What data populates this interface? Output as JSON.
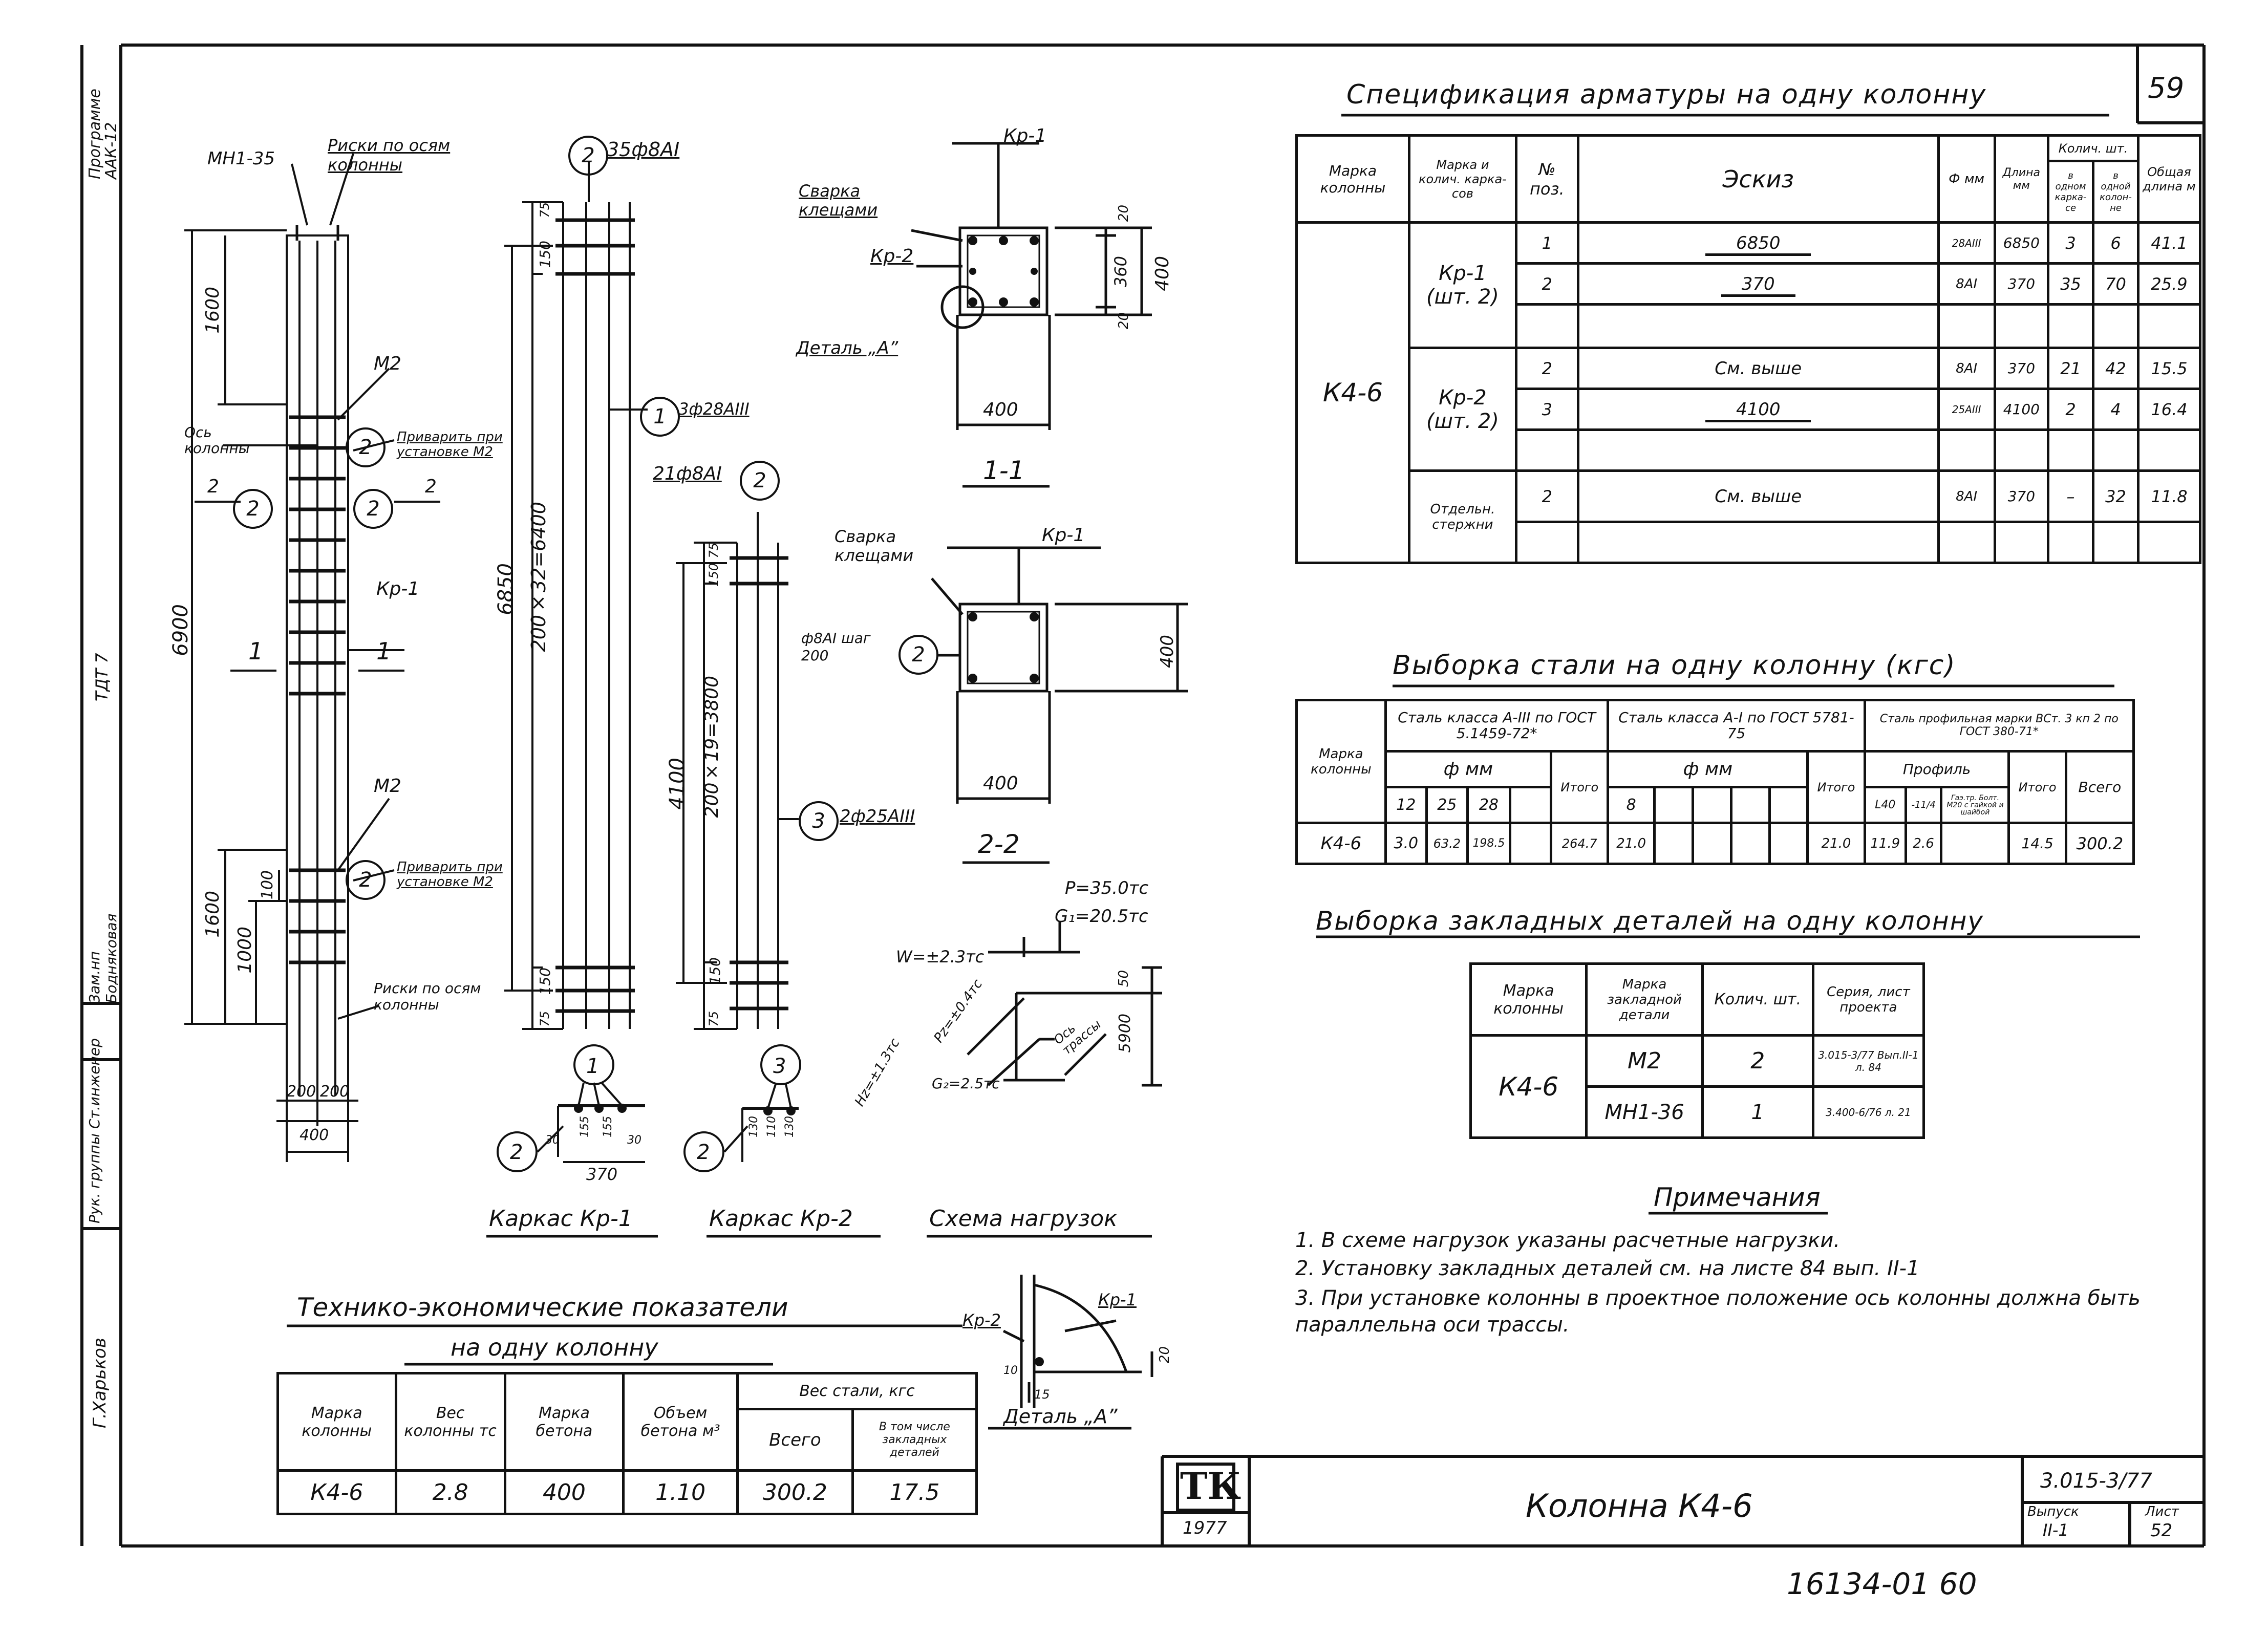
{
  "sheet": {
    "page_no": "59",
    "bottom_code": "16134-01 60",
    "stamp_logo": "ТК",
    "stamp_year": "1977",
    "title": "Колонна К4-6",
    "series": "3.015-3/77",
    "issue_label": "Выпуск",
    "issue": "II-1",
    "sheet_label": "Лист",
    "sheet_no": "52"
  },
  "left_margin": {
    "m1": "Программе",
    "m2": "ААК-12",
    "m3": "ТДТ 7",
    "m4": "Рук. группы Ст.инженер",
    "m5": "Зам.нп Бодняковая",
    "m6": "Г.Харьков"
  },
  "drawing": {
    "top_labels": {
      "mn": "МН1-35",
      "risks_top": "Риски по осям колонны",
      "m2_a": "М2",
      "axis": "Ось колонны",
      "weld_a": "Приварить при установке М2",
      "kr1": "Кр-1",
      "m2_b": "М2",
      "weld_b": "Приварить при установке М2",
      "risks_bottom": "Риски по осям колонны"
    },
    "dims_main": {
      "d6900": "6900",
      "d1600a": "1600",
      "d1600b": "1600",
      "d1000": "1000",
      "d100": "100",
      "d200a": "200",
      "d200b": "200",
      "d400": "400"
    },
    "section_marks": {
      "s1a": "1",
      "s1b": "1",
      "s2a": "2",
      "s2b": "2",
      "c2a": "2",
      "c2b": "2"
    },
    "cage1": {
      "bubble_top": "2",
      "label_top": "35ф8АI",
      "bubble_mid": "1",
      "label_mid": "3ф28АIII",
      "d6850": "6850",
      "d6400": "200×32=6400",
      "d75a": "75",
      "d150a": "150",
      "d150b": "150",
      "d75b": "75",
      "title": "Каркас Кр-1"
    },
    "cage2": {
      "label_top": "21ф8АI",
      "bubble_top": "2",
      "d3800": "200×19=3800",
      "d4100": "4100",
      "d75a": "75",
      "d150a": "150",
      "d150b": "150",
      "d75b": "75",
      "bubble_bottom": "3",
      "label_bottom": "2ф25АIII",
      "title": "Каркас Кр-2"
    },
    "sec11": {
      "weld": "Сварка клещами",
      "kr1": "Кр-1",
      "kr2": "Кр-2",
      "detail": "Деталь „А”",
      "d20a": "20",
      "d360": "360",
      "d20b": "20",
      "d400v": "400",
      "d400h": "400",
      "title": "1-1"
    },
    "sec22": {
      "weld": "Сварка клещами",
      "kr1": "Кр-1",
      "rebar": "ф8АI шаг 200",
      "bubble": "2",
      "d400v": "400",
      "d400h": "400",
      "title": "2-2"
    },
    "cage_sections": {
      "b1": "1",
      "b2a": "2",
      "d30a": "30",
      "d155a": "155",
      "d155b": "155",
      "d30b": "30",
      "d370": "370",
      "b3": "3",
      "b2b": "2",
      "d130": "130",
      "d110": "110",
      "d130b": "130"
    },
    "loads": {
      "P": "P=35.0тс",
      "G1": "G₁=20.5тс",
      "W": "W=±2.3тс",
      "Pz": "Pz=±0.4тс",
      "Hz": "Hz=±1.3тс",
      "G2": "G₂=2.5тс",
      "axis": "Ось трассы",
      "d50": "50",
      "d5900": "5900",
      "title": "Схема нагрузок"
    },
    "detailA": {
      "kr2": "Кр-2",
      "kr1": "Кр-1",
      "d10": "10",
      "d15": "15",
      "d20": "20",
      "title": "Деталь „А”"
    }
  },
  "spec": {
    "title": "Спецификация арматуры на одну колонну",
    "headers": {
      "mark": "Марка колонны",
      "cage": "Марка и колич. карка-сов",
      "pos": "№ поз.",
      "sketch": "Эскиз",
      "dia": "Ф мм",
      "len": "Длина мм",
      "qty": "Колич. шт.",
      "qty_one": "в одном карка-се",
      "qty_col": "в одной колон-не",
      "total": "Общая длина м"
    },
    "col_mark": "К4-6",
    "groups": [
      {
        "name": "Кр-1 (шт. 2)"
      },
      {
        "name": "Кр-2 (шт. 2)"
      },
      {
        "name": "Отдельн. стержни"
      }
    ],
    "rows": [
      {
        "pos": "1",
        "sketch": "6850",
        "dia": "28АIII",
        "len": "6850",
        "q1": "3",
        "q2": "6",
        "total": "41.1"
      },
      {
        "pos": "2",
        "sketch": "370",
        "dia": "8АI",
        "len": "370",
        "q1": "35",
        "q2": "70",
        "total": "25.9"
      },
      {
        "pos": "2",
        "sketch": "См. выше",
        "dia": "8АI",
        "len": "370",
        "q1": "21",
        "q2": "42",
        "total": "15.5"
      },
      {
        "pos": "3",
        "sketch": "4100",
        "dia": "25АIII",
        "len": "4100",
        "q1": "2",
        "q2": "4",
        "total": "16.4"
      },
      {
        "pos": "2",
        "sketch": "См. выше",
        "dia": "8АI",
        "len": "370",
        "q1": "–",
        "q2": "32",
        "total": "11.8"
      }
    ]
  },
  "steel": {
    "title": "Выборка стали на одну колонну (кгс)",
    "h_mark": "Марка колонны",
    "h_a3": "Сталь класса А-III по ГОСТ 5.1459-72*",
    "h_a1": "Сталь класса А-I по ГОСТ 5781-75",
    "h_prof": "Сталь профильная марки ВСт. 3 кп 2 по ГОСТ 380-71*",
    "h_fmm": "ф мм",
    "h_fmm2": "ф мм",
    "h_profile": "Профиль",
    "h_12": "12",
    "h_25": "25",
    "h_28": "28",
    "h_itogo": "Итого",
    "h_8": "8",
    "h_itogo2": "Итого",
    "h_p1": "L40",
    "h_p2": "-11/4",
    "h_p3": "Гаэ.тр. Болт. М20 с гайкой и шайбой",
    "h_itogo3": "Итого",
    "h_all": "Всего",
    "r_mark": "К4-6",
    "r_12": "3.0",
    "r_25": "63.2",
    "r_28": "198.5",
    "r_it1": "264.7",
    "r_8": "21.0",
    "r_it2": "21.0",
    "r_p1": "11.9",
    "r_p2": "2.6",
    "r_it3": "14.5",
    "r_all": "300.2"
  },
  "embedded": {
    "title": "Выборка закладных деталей на одну колонну",
    "h_mark": "Марка колонны",
    "h_det": "Марка закладной детали",
    "h_qty": "Колич. шт.",
    "h_ser": "Серия, лист проекта",
    "mark": "К4-6",
    "rows": [
      {
        "det": "М2",
        "qty": "2",
        "ser": "3.015-3/77 Вып.II-1 л. 84"
      },
      {
        "det": "МН1-36",
        "qty": "1",
        "ser": "3.400-6/76 л. 21"
      }
    ]
  },
  "notes": {
    "title": "Примечания",
    "n1": "1. В схеме нагрузок указаны расчетные нагрузки.",
    "n2": "2. Установку закладных деталей см. на листе 84 вып. II-1",
    "n3": "3. При установке колонны в проектное положение ось колонны должна быть параллельна оси трассы."
  },
  "tep": {
    "title1": "Технико-экономические показатели",
    "title2": "на одну колонну",
    "h_mark": "Марка колонны",
    "h_w": "Вес колонны тс",
    "h_conc": "Марка бетона",
    "h_vol": "Объем бетона м³",
    "h_steel": "Вес стали, кгс",
    "h_all": "Всего",
    "h_emb": "В том числе закладных деталей",
    "mark": "К4-6",
    "w": "2.8",
    "conc": "400",
    "vol": "1.10",
    "all": "300.2",
    "emb": "17.5"
  }
}
